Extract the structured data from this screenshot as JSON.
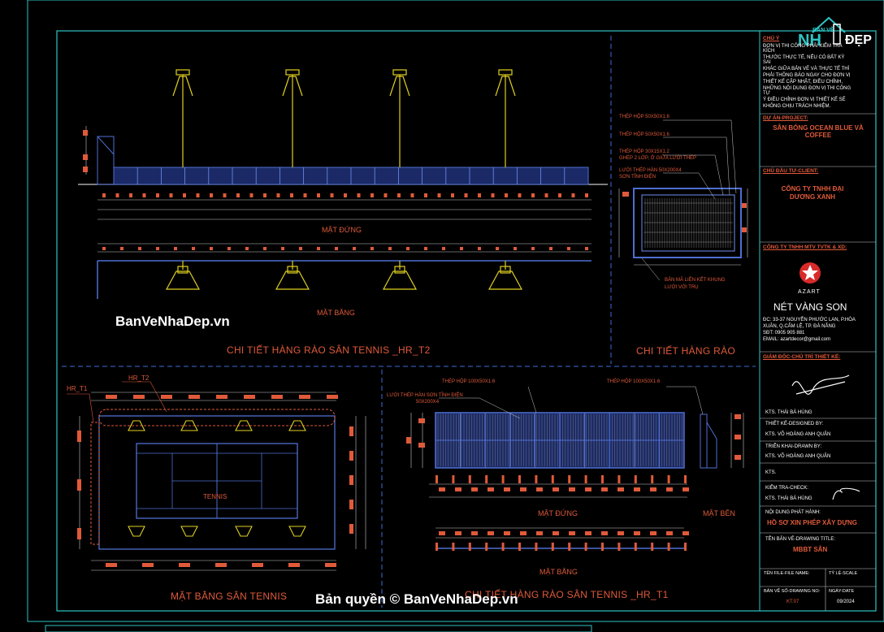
{
  "logo": {
    "top_text": "BẢN VẼ",
    "brand_left": "NH",
    "brand_right": "ĐẸP"
  },
  "watermarks": {
    "left": "BanVeNhaDep.vn",
    "bottom": "Bản quyền © BanVeNhaDep.vn"
  },
  "drawings": {
    "hr_t2": {
      "view_elevation": "MẶT ĐỨNG",
      "view_plan": "MẶT BẰNG",
      "title": "CHI TIẾT HÀNG RÀO SÂN TENNIS _HR_T2"
    },
    "fence_detail": {
      "callouts": [
        "THÉP HỘP 50X50X1.6",
        "THÉP HỘP 50X50X1.6",
        "THÉP HỘP 30X15X1.2",
        "GHÉP 2 LỚP, Ở GIỮA LƯỚI THÉP",
        "LƯỚI THÉP HÀN 50X200X4",
        "SƠN TĨNH ĐIỆN"
      ],
      "bottom_callouts": [
        "BẢN MÃ LIÊN KẾT KHUNG",
        "LƯỚI VỚI TRỤ"
      ],
      "title": "CHI TIẾT HÀNG RÀO"
    },
    "court_plan": {
      "hr_t1": "HR_T1",
      "hr_t2": "HR_T2",
      "court_label": "TENNIS",
      "title": "MẶT BẰNG SÂN TENNIS"
    },
    "hr_t1": {
      "callout_1": "THÉP HỘP 100X50X1.6",
      "callout_2": "LƯỚI THÉP HÀN SƠN TĨNH ĐIỆN",
      "callout_2b": "50X200X4",
      "callout_3": "THÉP HỘP 100X50X1.6",
      "view_elevation": "MẶT ĐỨNG",
      "view_side": "MẶT BÊN",
      "view_plan": "MẶT BẰNG",
      "title": "CHI TIẾT HÀNG RÀO SÂN TENNIS _HR_T1"
    }
  },
  "title_block": {
    "note_head": "CHÚ Ý",
    "note_lines": [
      "ĐƠN VỊ THI CÔNG PHẢI KIỂM TRA KÍCH",
      "THƯỚC THỰC TẾ, NẾU CÓ BẤT KỲ SAI",
      "KHÁC GIỮA BẢN VẼ VÀ THỰC TẾ THÌ",
      "PHẢI THÔNG BÁO NGAY CHO ĐƠN VỊ",
      "THIẾT KẾ CẬP NHẬT, ĐIỀU CHỈNH,",
      "NHỮNG NỘI DUNG ĐƠN VỊ THI CÔNG TỰ",
      "Ý ĐIỀU CHỈNH ĐƠN VỊ THIẾT KẾ SẼ",
      "KHÔNG CHỊU TRÁCH NHIỆM."
    ],
    "project_head": "DỰ ÁN-PROJECT:",
    "project_name": "SÂN BÓNG OCEAN BLUE VÀ COFFEE",
    "client_head": "CHỦ ĐẦU TƯ-CLIENT:",
    "client_name": "CÔNG TY TNHH ĐẠI DƯƠNG XANH",
    "designer_head": "CÔNG TY TNHH MTV TVTK & XD:",
    "company_brand": "AZART",
    "company_name": "NÉT VÀNG SON",
    "address_lines": [
      "ĐC: 33-37 NGUYỄN PHƯỚC LAN, P.HÒA",
      "XUÂN, Q.CẨM LỆ, TP. ĐÀ NẴNG",
      "SĐT: 0905 905 881",
      "EMAIL: azartdecor@gmail.com"
    ],
    "director_head": "GIÁM ĐỐC-CHỦ TRÌ THIẾT KẾ:",
    "director_name": "KTS. THÁI BÁ HÙNG",
    "designed_head": "THIẾT KẾ-DESIGNED BY:",
    "designed_name": "KTS. VÕ HOÀNG ANH QUÂN",
    "drawn_head": "TRIỂN KHAI-DRAWN BY:",
    "drawn_name": "KTS. VÕ HOÀNG ANH QUÂN",
    "drawn_name2": "KTS.",
    "check_head": "KIỂM TRA-CHECK:",
    "check_name": "KTS. THÁI BÁ HÙNG",
    "issue_head": "NỘI DUNG PHÁT HÀNH:",
    "issue_value": "HỒ SƠ XIN PHÉP XÂY DỰNG",
    "drawing_title_head": "TÊN BẢN VẼ-DRAWING TITLE:",
    "drawing_title": "MBBT SÂN",
    "file_head": "TÊN FILE-FILE NAME:",
    "scale_head": "TỶ LỆ-SCALE",
    "drawing_no_head": "BẢN VẼ SỐ-DRAWING NO:",
    "date_head": "NGÀY-DATE",
    "drawing_no": "KT.07",
    "date": "09/2024"
  },
  "colors": {
    "frame": "#2ec4c4",
    "dash": "#3a6bd9",
    "label": "#e05a3a",
    "structure": "#e0d020",
    "fence": "#4f6fd0",
    "dimension": "#c8c8c8"
  }
}
